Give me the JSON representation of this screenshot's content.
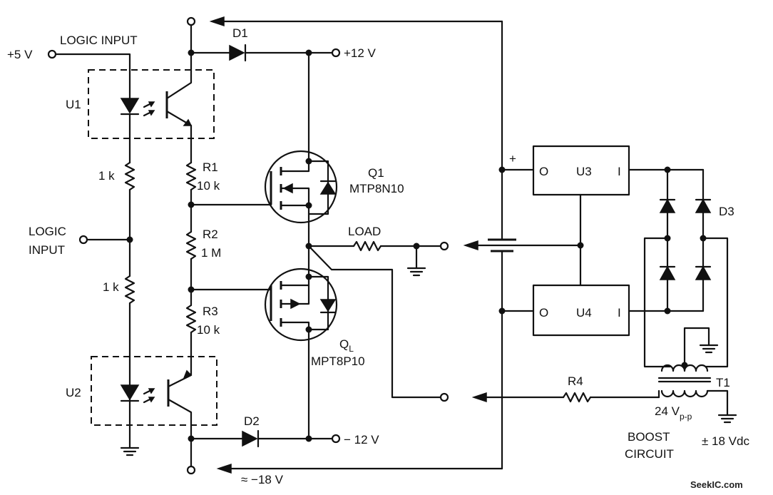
{
  "labels": {
    "logic_input_top": "LOGIC INPUT",
    "plus5v": "+5 V",
    "u1": "U1",
    "d1": "D1",
    "plus12v": "+12 V",
    "r1": "R1",
    "r1_val": "10 k",
    "r2": "R2",
    "r2_val": "1 M",
    "r3": "R3",
    "r3_val": "10 k",
    "res_1k_top": "1 k",
    "res_1k_bot": "1 k",
    "logic_input_mid_1": "LOGIC",
    "logic_input_mid_2": "INPUT",
    "u2": "U2",
    "d2": "D2",
    "minus12v": "− 12 V",
    "minus18v": "≈ −18 V",
    "q1": "Q1",
    "q1_part": "MTP8N10",
    "ql": "Q",
    "ql_sub": "L",
    "ql_part": "MPT8P10",
    "load": "LOAD",
    "plus_sign": "+",
    "u3": "U3",
    "u4": "U4",
    "u3_o": "O",
    "u3_i": "I",
    "u4_o": "O",
    "u4_i": "I",
    "d3": "D3",
    "t1": "T1",
    "r4": "R4",
    "vpp": "24 V",
    "vpp_sub": "p-p",
    "boost_1": "BOOST",
    "boost_2": "CIRCUIT",
    "plusminus18": "± 18 Vdc",
    "watermark": "SeekIC.com"
  }
}
